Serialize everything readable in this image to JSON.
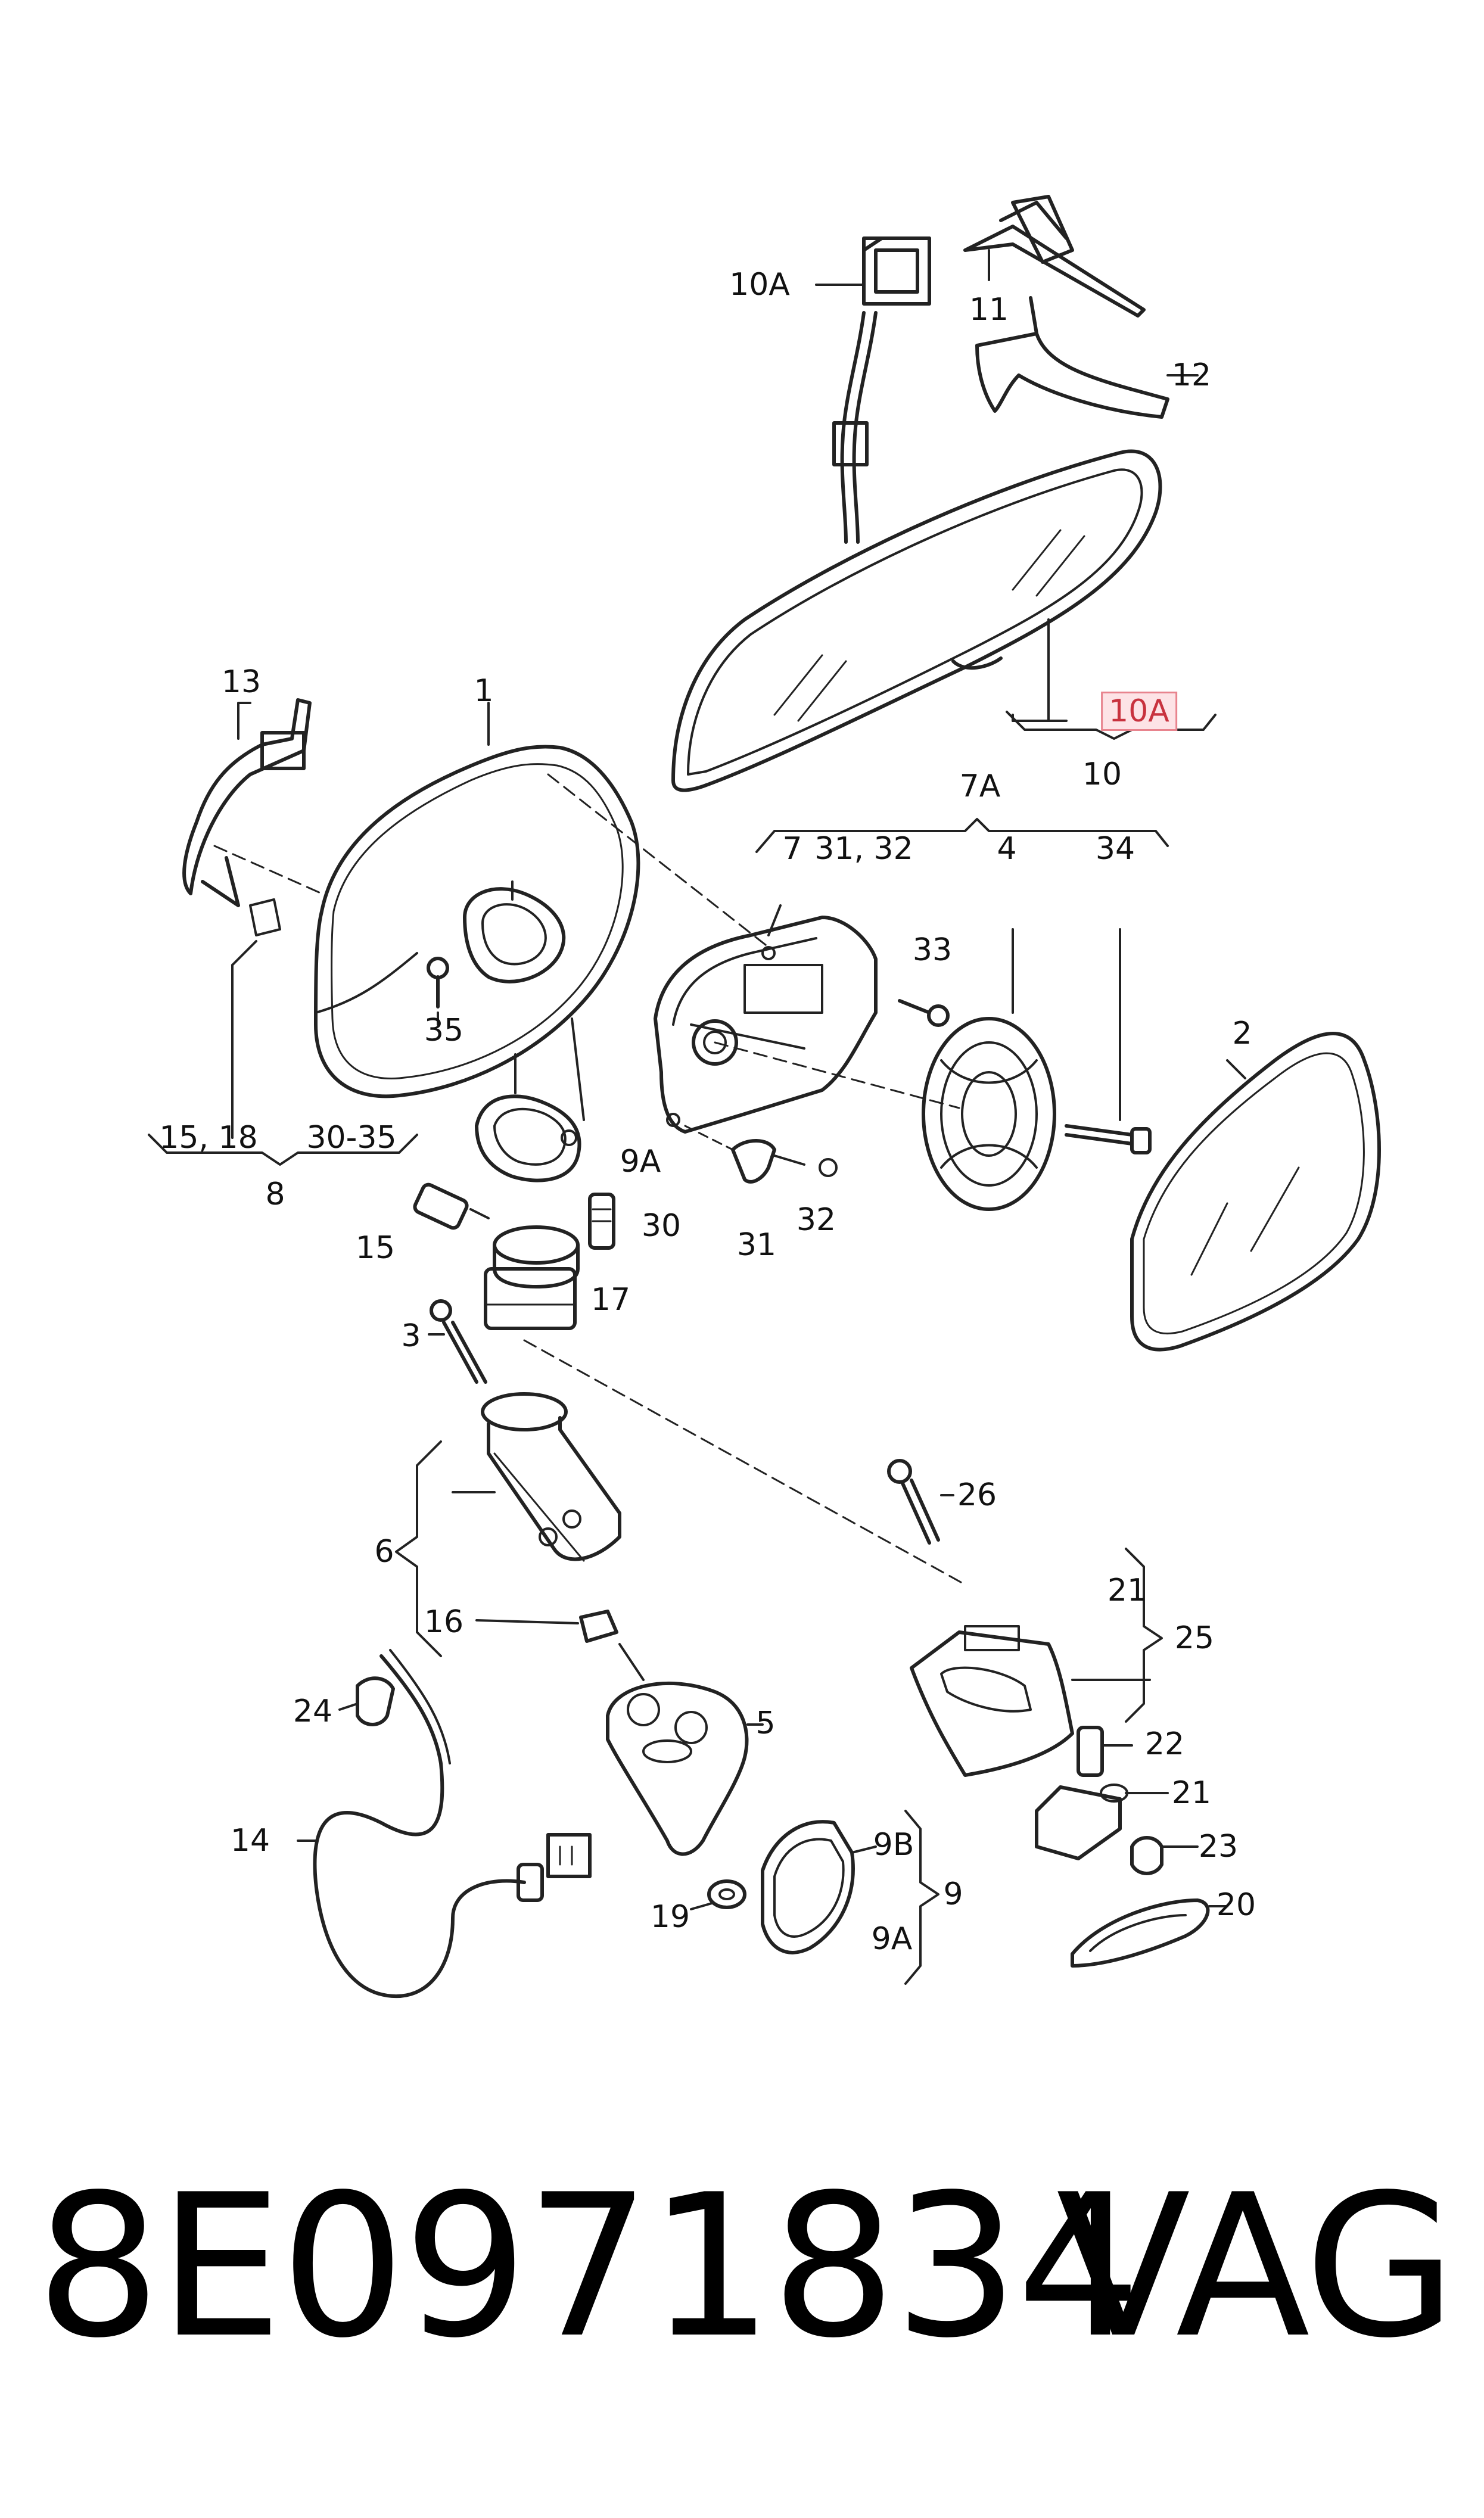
{
  "diagram": {
    "callouts": [
      {
        "id": "c10A_top",
        "text": "10A"
      },
      {
        "id": "c11",
        "text": "11"
      },
      {
        "id": "c12",
        "text": "12"
      },
      {
        "id": "c10A_hl",
        "text": "10A",
        "highlight": true
      },
      {
        "id": "c10",
        "text": "10"
      },
      {
        "id": "c13",
        "text": "13"
      },
      {
        "id": "c1",
        "text": "1"
      },
      {
        "id": "c7A",
        "text": "7A"
      },
      {
        "id": "c7",
        "text": "7"
      },
      {
        "id": "c3132_top",
        "text": "31, 32"
      },
      {
        "id": "c4",
        "text": "4"
      },
      {
        "id": "c34",
        "text": "34"
      },
      {
        "id": "c33",
        "text": "33"
      },
      {
        "id": "c2",
        "text": "2"
      },
      {
        "id": "c35",
        "text": "35"
      },
      {
        "id": "c1518",
        "text": "15, 18"
      },
      {
        "id": "c3035",
        "text": "30-35"
      },
      {
        "id": "c8",
        "text": "8"
      },
      {
        "id": "c9A_mid",
        "text": "9A"
      },
      {
        "id": "c30",
        "text": "30"
      },
      {
        "id": "c15",
        "text": "15"
      },
      {
        "id": "c17",
        "text": "17"
      },
      {
        "id": "c31",
        "text": "31"
      },
      {
        "id": "c32",
        "text": "32"
      },
      {
        "id": "c3",
        "text": "3"
      },
      {
        "id": "c6",
        "text": "6"
      },
      {
        "id": "c26",
        "text": "26"
      },
      {
        "id": "c21_top",
        "text": "21"
      },
      {
        "id": "c25",
        "text": "25"
      },
      {
        "id": "c16",
        "text": "16"
      },
      {
        "id": "c24",
        "text": "24"
      },
      {
        "id": "c5",
        "text": "5"
      },
      {
        "id": "c22",
        "text": "22"
      },
      {
        "id": "c21",
        "text": "21"
      },
      {
        "id": "c23",
        "text": "23"
      },
      {
        "id": "c14",
        "text": "14"
      },
      {
        "id": "c9B",
        "text": "9B"
      },
      {
        "id": "c9",
        "text": "9"
      },
      {
        "id": "c19",
        "text": "19"
      },
      {
        "id": "c20",
        "text": "20"
      },
      {
        "id": "c9A_bot",
        "text": "9A"
      }
    ]
  },
  "footer": {
    "part_number": "8E0971834",
    "brand": "VAG"
  }
}
